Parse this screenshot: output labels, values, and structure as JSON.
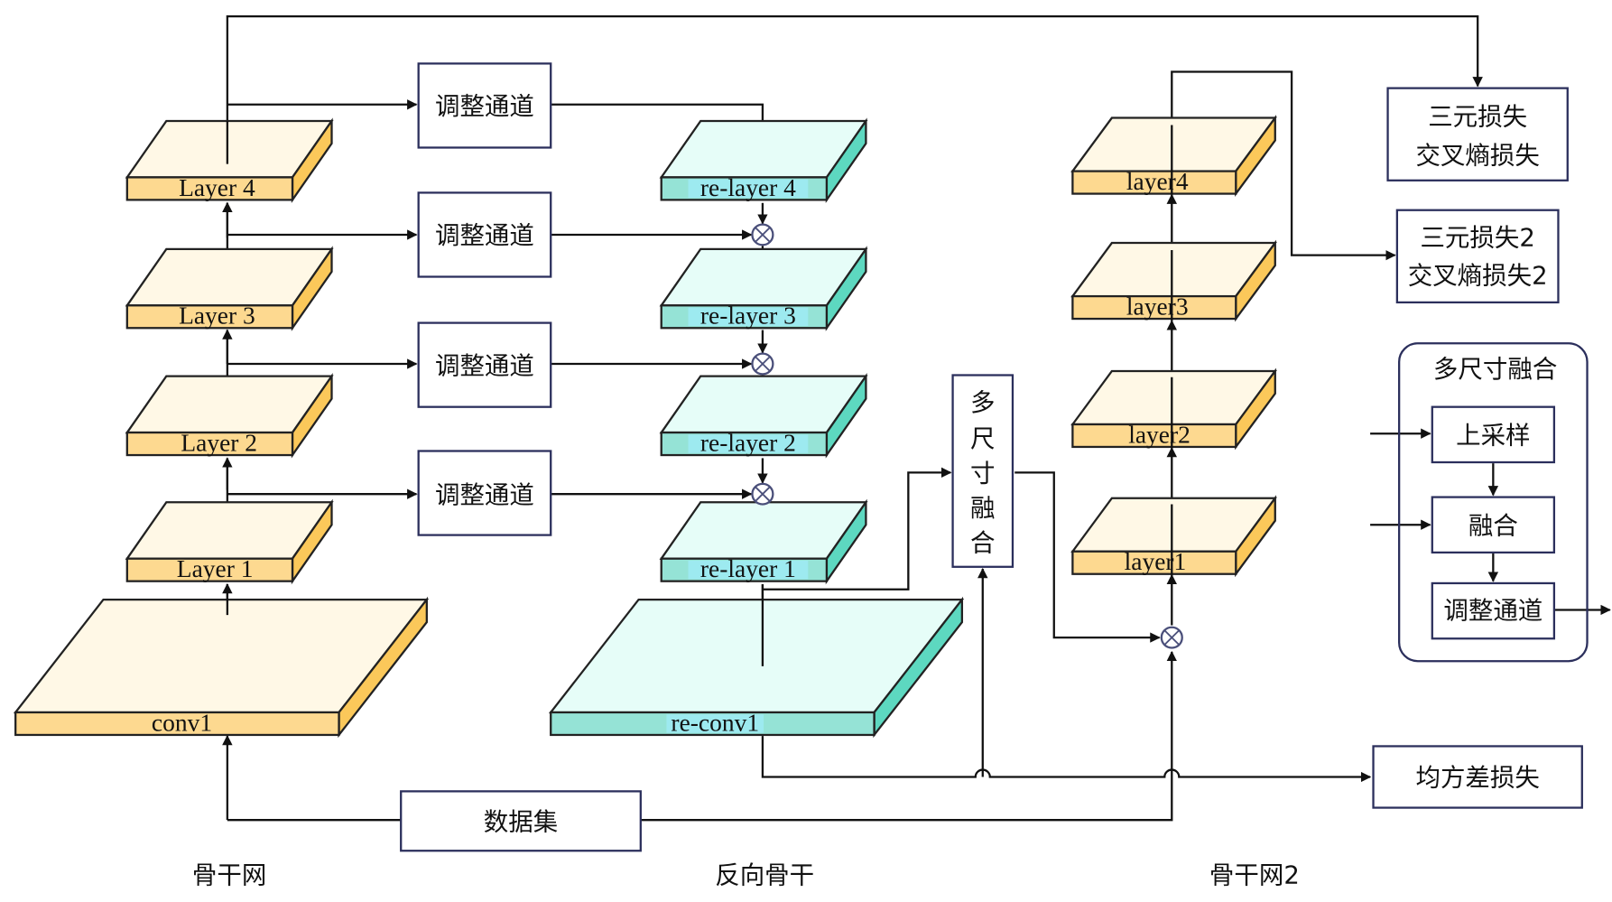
{
  "colors": {
    "backbone_top": "#fff8e6",
    "backbone_front": "#fdd990",
    "backbone_side": "#fbc85a",
    "reverse_top": "#e6fdf8",
    "reverse_front": "#95e3d6",
    "reverse_side": "#5dd8c0",
    "label_highlight": "#9deaf0",
    "box_border": "#2b2f5c",
    "line": "#111111"
  },
  "backbone": {
    "caption": "骨干网",
    "layers": [
      "conv1",
      "Layer 1",
      "Layer 2",
      "Layer 3",
      "Layer 4"
    ]
  },
  "reverse_backbone": {
    "caption": "反向骨干",
    "layers": [
      "re-conv1",
      "re-layer 1",
      "re-layer 2",
      "re-layer 3",
      "re-layer 4"
    ]
  },
  "backbone2": {
    "caption": "骨干网2",
    "layers": [
      "layer1",
      "layer2",
      "layer3",
      "layer4"
    ]
  },
  "adjust_channel_boxes": [
    "调整通道",
    "调整通道",
    "调整通道",
    "调整通道"
  ],
  "multiscale_box": {
    "chars": [
      "多",
      "尺",
      "寸",
      "融",
      "合"
    ]
  },
  "dataset_box": "数据集",
  "loss_boxes": {
    "triplet_ce": [
      "三元损失",
      "交叉熵损失"
    ],
    "triplet_ce2": [
      "三元损失2",
      "交叉熵损失2"
    ],
    "mse": "均方差损失"
  },
  "legend_multiscale": {
    "title": "多尺寸融合",
    "steps": [
      "上采样",
      "融合",
      "调整通道"
    ]
  },
  "operators": {
    "multiply_symbol": "⊗"
  }
}
